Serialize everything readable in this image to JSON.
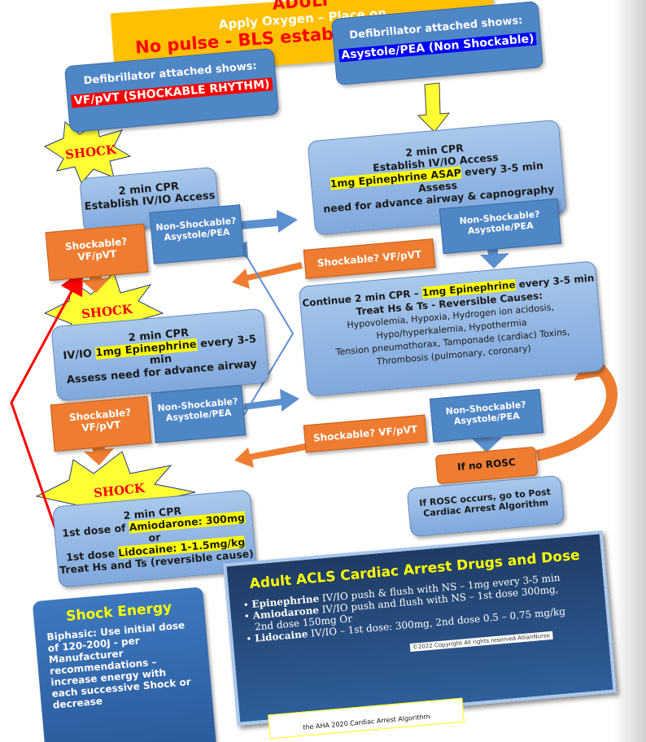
{
  "header": {
    "title_partial": "ADULT",
    "subtitle_partial": "Apply Oxygen – Place on",
    "line_partial": "No pulse - BLS established - CPR in"
  },
  "left_branch": {
    "defib_label": "Defibrillator attached shows:",
    "rhythm": "VF/pVT (SHOCKABLE RHYTHM)"
  },
  "right_branch": {
    "defib_label": "Defibrillator attached shows:",
    "rhythm": "Asystole/PEA (Non Shockable)"
  },
  "shock_label": "SHOCK",
  "left_box1": {
    "line1": "2 min CPR",
    "line2": "Establish IV/IO Access"
  },
  "left_box2": {
    "line1": "2 min CPR",
    "line2a": "IV/IO ",
    "line2_hl": "1mg Epinephrine",
    "line2b": " every 3-5 min",
    "line3": "Assess need for advance airway"
  },
  "left_box3": {
    "line1": "2 min CPR",
    "line2a": "1st dose of ",
    "line2_hl": "Amiodarone: 300mg",
    "line2b": " or",
    "line3a": "1st dose ",
    "line3_hl": "Lidocaine: 1-1.5mg/kg",
    "line4": "Treat Hs and Ts (reversible cause)"
  },
  "shockable_label": "Shockable?",
  "shockable_sub": "VF/pVT",
  "shockable_inline": "Shockable? VF/pVT",
  "nonshock_label": "Non-Shockable?",
  "nonshock_sub": "Asystole/PEA",
  "right_box1": {
    "line1": "2 min CPR",
    "line2": "Establish IV/IO Access",
    "line3_hl": "1mg Epinephrine ASAP",
    "line3b": " every 3-5 min Assess",
    "line4": "need for advance airway & capnography"
  },
  "right_box2": {
    "line1a": "Continue 2 min CPR – ",
    "line1_hl": "1mg Epinephrine",
    "line1b": " every 3-5 min",
    "line2": "Treat Hs & Ts - Reversible Causes:",
    "line3": "Hypovolemia, Hypoxia, Hydrogen ion acidosis,",
    "line4": "Hypo/hyperkalemia, Hypothermia",
    "line5": "Tension pneumothorax, Tamponade (cardiac) Toxins,",
    "line6": "Thrombosis (pulmonary, coronary)"
  },
  "no_rosc": "If no ROSC",
  "rosc_box": {
    "line1": "If ROSC occurs, go to Post",
    "line2": "Cardiac Arrest Algorithm"
  },
  "shock_energy": {
    "title": "Shock Energy",
    "lines": [
      "Biphasic: Use initial dose",
      "of 120-200J - per",
      "Manufacturer",
      "recommendations –",
      "increase energy with",
      "each successive Shock or",
      "decrease"
    ]
  },
  "drugs": {
    "title": "Adult ACLS Cardiac Arrest Drugs and Dose",
    "items": [
      {
        "name": "Epinephrine",
        "text": " IV/IO push & flush with NS – 1mg every 3-5 min"
      },
      {
        "name": "Amiodarone",
        "text": " IV/IO push and flush with NS – 1st dose 300mg,"
      },
      {
        "name": "",
        "text": "2nd dose 150mg Or"
      },
      {
        "name": "Lidocaine",
        "text": " IV/IO – 1st dose: 300mg, 2nd dose 0.5 – 0.75 mg/kg"
      }
    ],
    "copyright": "©2022 Copyright All rights reserved AllianNurse",
    "footer_partial": "the AHA 2020 Cardiac Arrest Algorithm"
  },
  "colors": {
    "orange": "#ee7d31",
    "blue": "#4f86c6",
    "light_blue": "#a9c8ec",
    "yellow": "#ffff00",
    "red": "#ff0000",
    "dark_blue": "#1f3b63"
  }
}
